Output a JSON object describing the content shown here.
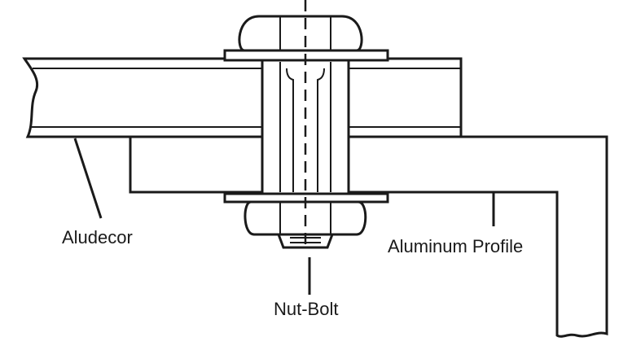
{
  "labels": {
    "aludecor": "Aludecor",
    "nut_bolt": "Nut-Bolt",
    "aluminum_profile": "Aluminum Profile"
  }
}
